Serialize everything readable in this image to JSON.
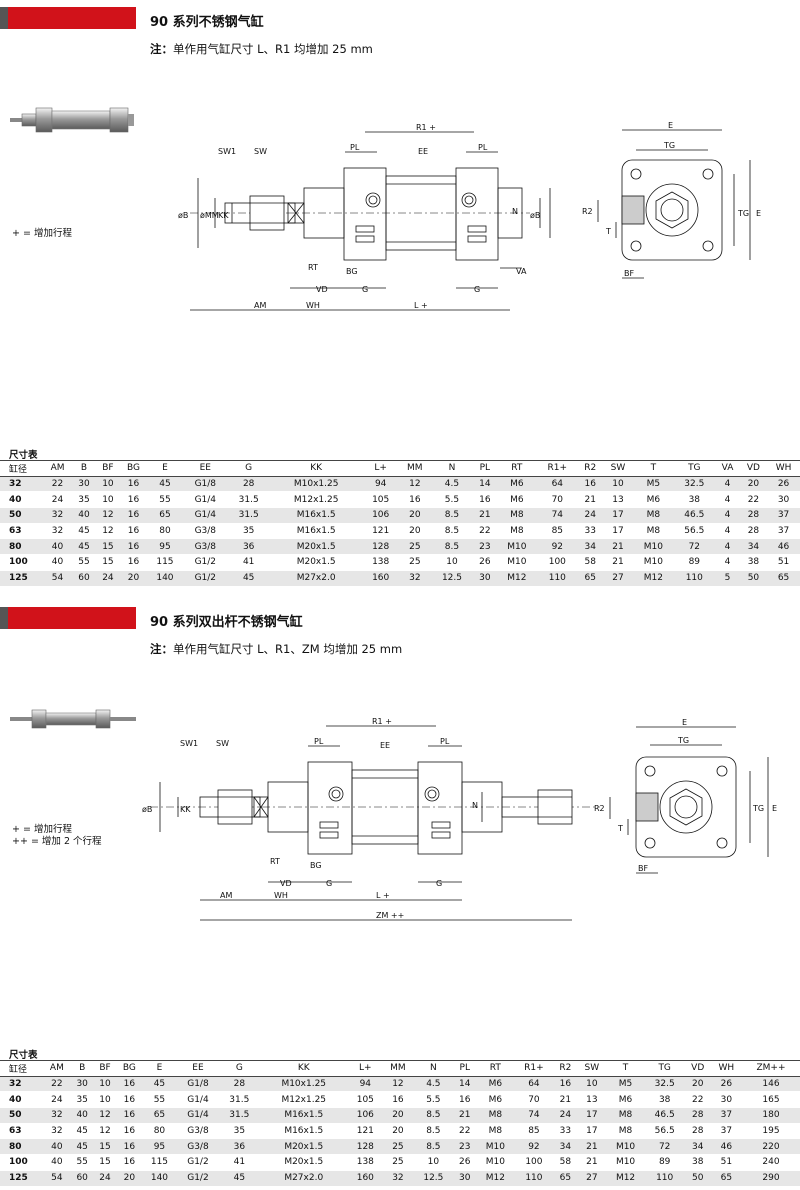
{
  "section1": {
    "title": "90 系列不锈钢气缸",
    "note_prefix": "注：",
    "note_text": "单作用气缸尺寸 L、R1 均增加 25 mm",
    "legend": [
      "+ = 增加行程"
    ],
    "drawing_labels": {
      "R1": "R1 +",
      "PL": "PL",
      "EE": "EE",
      "SW1": "SW1",
      "SW": "SW",
      "B": "øB",
      "MM": "øMM",
      "KK": "KK",
      "N": "N",
      "RT": "RT",
      "BG": "BG",
      "VA": "VA",
      "VD": "VD",
      "G": "G",
      "AM": "AM",
      "WH": "WH",
      "L": "L +",
      "E": "E",
      "TG": "TG",
      "R2": "R2",
      "T": "T",
      "BF": "BF"
    },
    "table_label": "尺寸表",
    "columns": [
      "缸径",
      "AM",
      "B",
      "BF",
      "BG",
      "E",
      "EE",
      "G",
      "KK",
      "L+",
      "MM",
      "N",
      "PL",
      "RT",
      "R1+",
      "R2",
      "SW",
      "T",
      "TG",
      "VA",
      "VD",
      "WH"
    ],
    "rows": [
      [
        "32",
        "22",
        "30",
        "10",
        "16",
        "45",
        "G1/8",
        "28",
        "M10x1.25",
        "94",
        "12",
        "4.5",
        "14",
        "M6",
        "64",
        "16",
        "10",
        "M5",
        "32.5",
        "4",
        "20",
        "26"
      ],
      [
        "40",
        "24",
        "35",
        "10",
        "16",
        "55",
        "G1/4",
        "31.5",
        "M12x1.25",
        "105",
        "16",
        "5.5",
        "16",
        "M6",
        "70",
        "21",
        "13",
        "M6",
        "38",
        "4",
        "22",
        "30"
      ],
      [
        "50",
        "32",
        "40",
        "12",
        "16",
        "65",
        "G1/4",
        "31.5",
        "M16x1.5",
        "106",
        "20",
        "8.5",
        "21",
        "M8",
        "74",
        "24",
        "17",
        "M8",
        "46.5",
        "4",
        "28",
        "37"
      ],
      [
        "63",
        "32",
        "45",
        "12",
        "16",
        "80",
        "G3/8",
        "35",
        "M16x1.5",
        "121",
        "20",
        "8.5",
        "22",
        "M8",
        "85",
        "33",
        "17",
        "M8",
        "56.5",
        "4",
        "28",
        "37"
      ],
      [
        "80",
        "40",
        "45",
        "15",
        "16",
        "95",
        "G3/8",
        "36",
        "M20x1.5",
        "128",
        "25",
        "8.5",
        "23",
        "M10",
        "92",
        "34",
        "21",
        "M10",
        "72",
        "4",
        "34",
        "46"
      ],
      [
        "100",
        "40",
        "55",
        "15",
        "16",
        "115",
        "G1/2",
        "41",
        "M20x1.5",
        "138",
        "25",
        "10",
        "26",
        "M10",
        "100",
        "58",
        "21",
        "M10",
        "89",
        "4",
        "38",
        "51"
      ],
      [
        "125",
        "54",
        "60",
        "24",
        "20",
        "140",
        "G1/2",
        "45",
        "M27x2.0",
        "160",
        "32",
        "12.5",
        "30",
        "M12",
        "110",
        "65",
        "27",
        "M12",
        "110",
        "5",
        "50",
        "65"
      ]
    ]
  },
  "section2": {
    "title": "90 系列双出杆不锈钢气缸",
    "note_prefix": "注：",
    "note_text": "单作用气缸尺寸 L、R1、ZM 均增加 25 mm",
    "legend": [
      "+ = 增加行程",
      "++ = 增加 2 个行程"
    ],
    "drawing_labels": {
      "R1": "R1 +",
      "PL": "PL",
      "EE": "EE",
      "SW1": "SW1",
      "SW": "SW",
      "B": "øB",
      "KK": "KK",
      "N": "N",
      "RT": "RT",
      "BG": "BG",
      "VD": "VD",
      "G": "G",
      "AM": "AM",
      "WH": "WH",
      "L": "L +",
      "ZM": "ZM ++",
      "E": "E",
      "TG": "TG",
      "R2": "R2",
      "T": "T",
      "BF": "BF"
    },
    "table_label": "尺寸表",
    "columns": [
      "缸径",
      "AM",
      "B",
      "BF",
      "BG",
      "E",
      "EE",
      "G",
      "KK",
      "L+",
      "MM",
      "N",
      "PL",
      "RT",
      "R1+",
      "R2",
      "SW",
      "T",
      "TG",
      "VD",
      "WH",
      "ZM++"
    ],
    "rows": [
      [
        "32",
        "22",
        "30",
        "10",
        "16",
        "45",
        "G1/8",
        "28",
        "M10x1.25",
        "94",
        "12",
        "4.5",
        "14",
        "M6",
        "64",
        "16",
        "10",
        "M5",
        "32.5",
        "20",
        "26",
        "146"
      ],
      [
        "40",
        "24",
        "35",
        "10",
        "16",
        "55",
        "G1/4",
        "31.5",
        "M12x1.25",
        "105",
        "16",
        "5.5",
        "16",
        "M6",
        "70",
        "21",
        "13",
        "M6",
        "38",
        "22",
        "30",
        "165"
      ],
      [
        "50",
        "32",
        "40",
        "12",
        "16",
        "65",
        "G1/4",
        "31.5",
        "M16x1.5",
        "106",
        "20",
        "8.5",
        "21",
        "M8",
        "74",
        "24",
        "17",
        "M8",
        "46.5",
        "28",
        "37",
        "180"
      ],
      [
        "63",
        "32",
        "45",
        "12",
        "16",
        "80",
        "G3/8",
        "35",
        "M16x1.5",
        "121",
        "20",
        "8.5",
        "22",
        "M8",
        "85",
        "33",
        "17",
        "M8",
        "56.5",
        "28",
        "37",
        "195"
      ],
      [
        "80",
        "40",
        "45",
        "15",
        "16",
        "95",
        "G3/8",
        "36",
        "M20x1.5",
        "128",
        "25",
        "8.5",
        "23",
        "M10",
        "92",
        "34",
        "21",
        "M10",
        "72",
        "34",
        "46",
        "220"
      ],
      [
        "100",
        "40",
        "55",
        "15",
        "16",
        "115",
        "G1/2",
        "41",
        "M20x1.5",
        "138",
        "25",
        "10",
        "26",
        "M10",
        "100",
        "58",
        "21",
        "M10",
        "89",
        "38",
        "51",
        "240"
      ],
      [
        "125",
        "54",
        "60",
        "24",
        "20",
        "140",
        "G1/2",
        "45",
        "M27x2.0",
        "160",
        "32",
        "12.5",
        "30",
        "M12",
        "110",
        "65",
        "27",
        "M12",
        "110",
        "50",
        "65",
        "290"
      ]
    ]
  }
}
